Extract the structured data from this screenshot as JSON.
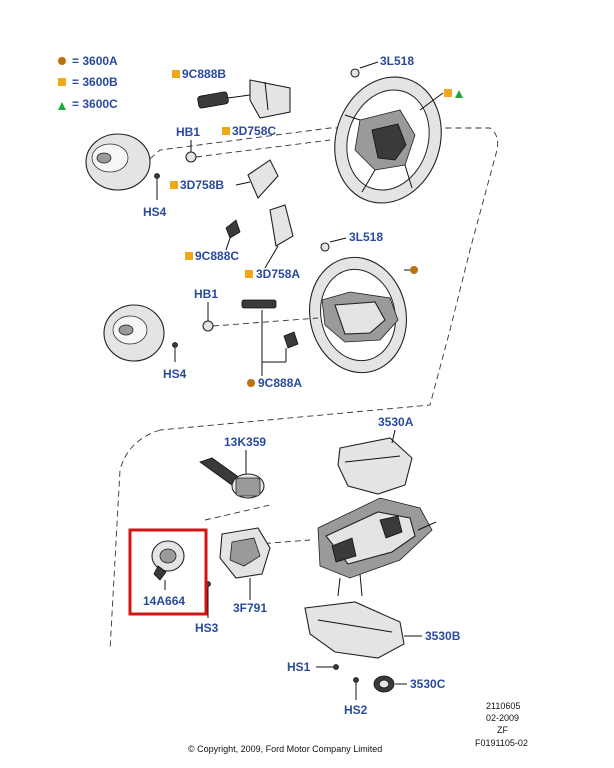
{
  "legend": [
    {
      "marker": "circle",
      "color": "#b8730a",
      "text": "= 3600A"
    },
    {
      "marker": "square",
      "color": "#f0a818",
      "text": "= 3600B"
    },
    {
      "marker": "triangle",
      "color": "#1faa3c",
      "text": "= 3600C"
    }
  ],
  "parts": {
    "3L518_top": "3L518",
    "9C888B": "9C888B",
    "HB1_top": "HB1",
    "3D758C": "3D758C",
    "3D758B": "3D758B",
    "HS4_top": "HS4",
    "9C888C": "9C888C",
    "3L518_mid": "3L518",
    "3D758A": "3D758A",
    "HB1_mid": "HB1",
    "HS4_mid": "HS4",
    "9C888A": "9C888A",
    "3530A": "3530A",
    "13K359": "13K359",
    "14A664": "14A664",
    "3F791": "3F791",
    "HS3": "HS3",
    "3530B": "3530B",
    "HS1": "HS1",
    "3530C": "3530C",
    "HS2": "HS2"
  },
  "highlight_color": "#d21414",
  "label_color": "#2a4a9b",
  "footer": {
    "copyright": "© Copyright, 2009, Ford Motor Company Limited",
    "ref_lines": [
      "2110605",
      "02-2009",
      "ZF",
      "F0191105-02"
    ]
  }
}
